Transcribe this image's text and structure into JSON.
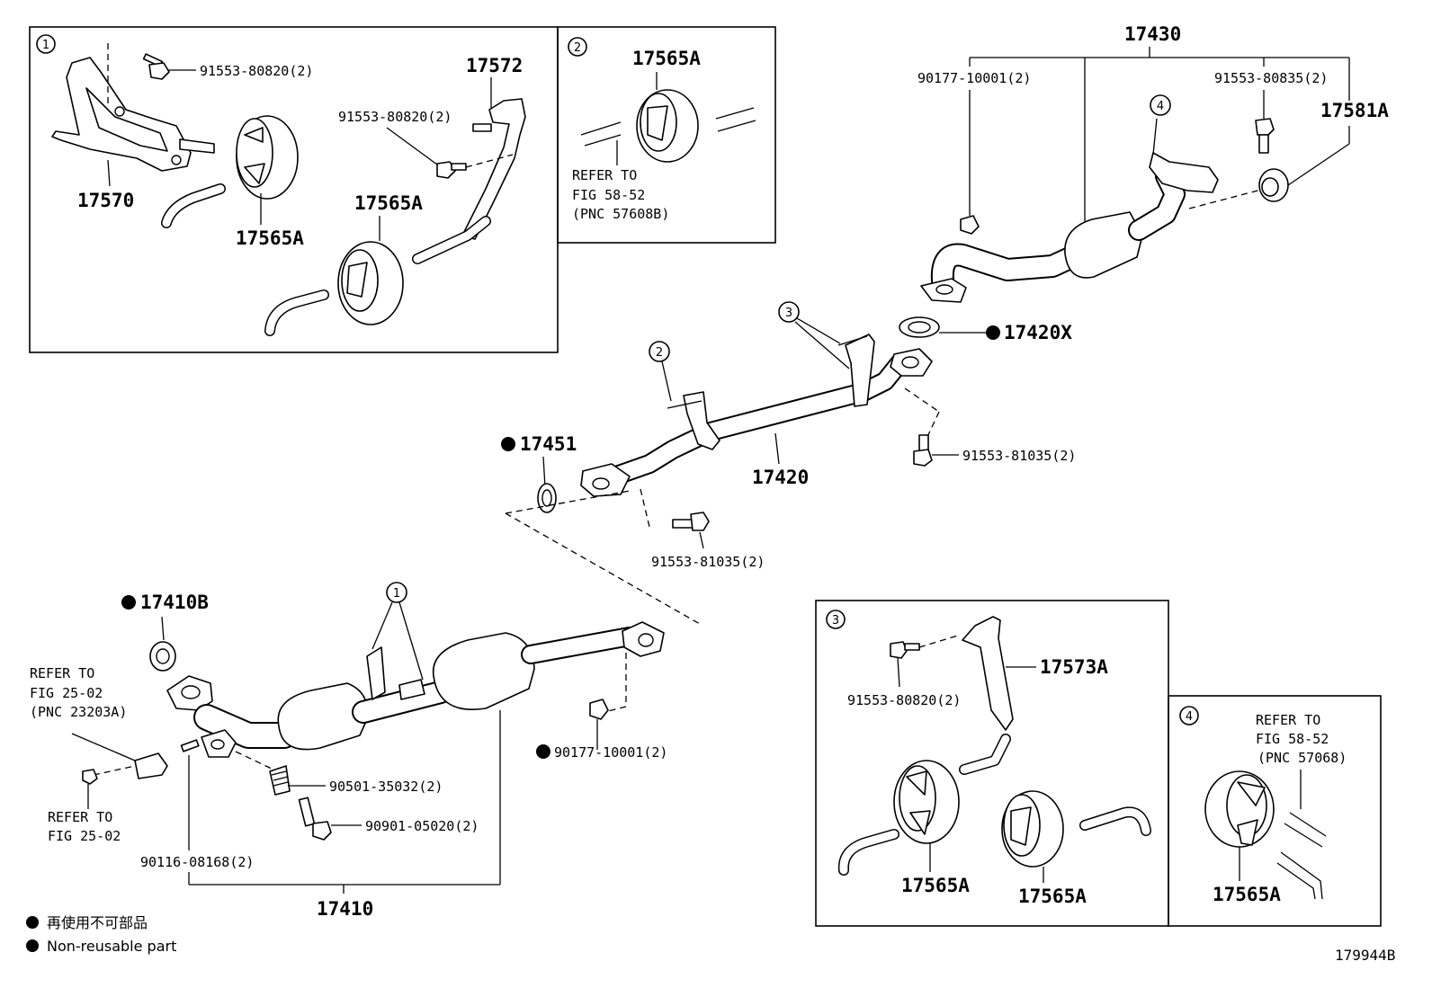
{
  "parts": {
    "p17430": "17430",
    "p90177_top": "90177-10001(2)",
    "p91553_80835": "91553-80835(2)",
    "p17581A": "17581A",
    "p17420X": "17420X",
    "p91553_81035_r": "91553-81035(2)",
    "p17420": "17420",
    "p17451": "17451",
    "p91553_81035_b": "91553-81035(2)",
    "p17410B": "17410B",
    "p90177_bottom": "90177-10001(2)",
    "p90501": "90501-35032(2)",
    "p90901": "90901-05020(2)",
    "p90116": "90116-08168(2)",
    "p17410": "17410"
  },
  "inset1": {
    "num": "1",
    "p91553_a": "91553-80820(2)",
    "p17572": "17572",
    "p91553_b": "91553-80820(2)",
    "p17570": "17570",
    "p17565A_a": "17565A",
    "p17565A_b": "17565A"
  },
  "inset2": {
    "num": "2",
    "p17565A": "17565A",
    "refer_line1": "REFER TO",
    "refer_line2": "FIG 58-52",
    "refer_line3": "(PNC 57608B)"
  },
  "inset3": {
    "num": "3",
    "p91553": "91553-80820(2)",
    "p17573A": "17573A",
    "p17565A_a": "17565A",
    "p17565A_b": "17565A"
  },
  "inset4": {
    "num": "4",
    "refer_line1": "REFER TO",
    "refer_line2": "FIG 58-52",
    "refer_line3": "(PNC 57068)",
    "p17565A": "17565A"
  },
  "callouts": {
    "c2": "2",
    "c3": "3",
    "c4": "4",
    "c1": "1"
  },
  "refer_fig25_a": {
    "line1": "REFER TO",
    "line2": "FIG 25-02",
    "line3": "(PNC 23203A)"
  },
  "refer_fig25_b": {
    "line1": "REFER TO",
    "line2": "FIG 25-02"
  },
  "legend": {
    "jp": "再使用不可部品",
    "en": "Non-reusable part"
  },
  "figure_id": "179944B"
}
